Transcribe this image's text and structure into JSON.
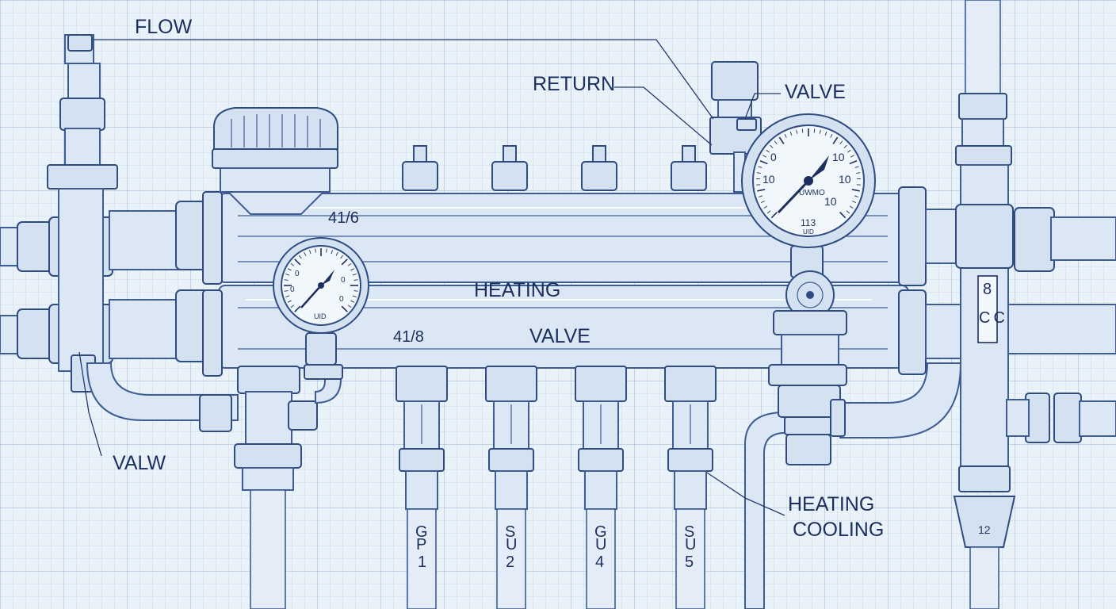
{
  "labels": {
    "flow": "FLOW",
    "return": "RETURN",
    "valve_top": "VALVE",
    "valve_left": "VALW",
    "heating": "HEATING",
    "valve_center": "VALVE",
    "heating_cooling_line1": "HEATING",
    "heating_cooling_line2": "COOLING",
    "size_top": "41/6",
    "size_bottom": "41/8",
    "side_tag_top": "8",
    "side_tag_bottom": "CC",
    "bottom_right_tag": "12"
  },
  "loop_labels": [
    {
      "top": "G",
      "mid": "P",
      "num": "1"
    },
    {
      "top": "S",
      "mid": "U",
      "num": "2"
    },
    {
      "top": "G",
      "mid": "U",
      "num": "4"
    },
    {
      "top": "S",
      "mid": "U",
      "num": "5"
    }
  ],
  "gauge_large": {
    "ticks": [
      "0",
      "10",
      "10",
      "10",
      "10"
    ],
    "unit": "UWMO",
    "value": "113",
    "subtext": "UID"
  },
  "gauge_small": {
    "ticks": [
      "0",
      "0",
      "0",
      "0"
    ],
    "unit": "UID"
  },
  "colors": {
    "ink": "#1b2f5e",
    "line": "#3d5d94",
    "paper": "#e9f1f9"
  }
}
